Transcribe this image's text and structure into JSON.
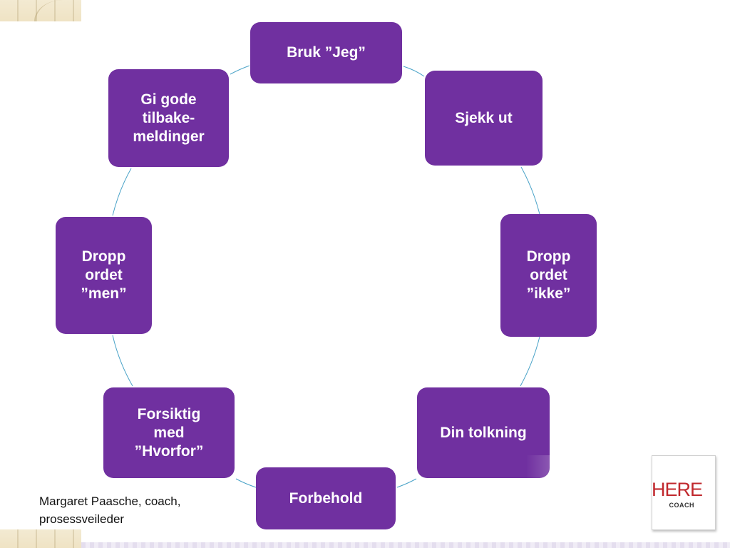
{
  "diagram": {
    "nodes": [
      {
        "id": "bruk-jeg",
        "label": "Bruk ”Jeg”"
      },
      {
        "id": "sjekk-ut",
        "label": "Sjekk ut"
      },
      {
        "id": "dropp-ikke",
        "label": "Dropp\nordet\n”ikke”"
      },
      {
        "id": "din-tolkning",
        "label": "Din tolkning"
      },
      {
        "id": "forbehold",
        "label": "Forbehold"
      },
      {
        "id": "forsiktig-hvorfor",
        "label": "Forsiktig\nmed\n”Hvorfor”"
      },
      {
        "id": "dropp-men",
        "label": "Dropp\nordet\n”men”"
      },
      {
        "id": "gi-gode",
        "label": "Gi gode\ntilbake-\nmeldinger"
      }
    ],
    "node_color": "#7030a0",
    "connector_color": "#4aa3c8"
  },
  "footer": {
    "author": "Margaret Paasche, coach,\nprosessveileder"
  },
  "logo": {
    "word": "HERE",
    "sub": "COACH",
    "word_color": "#c0282d"
  }
}
